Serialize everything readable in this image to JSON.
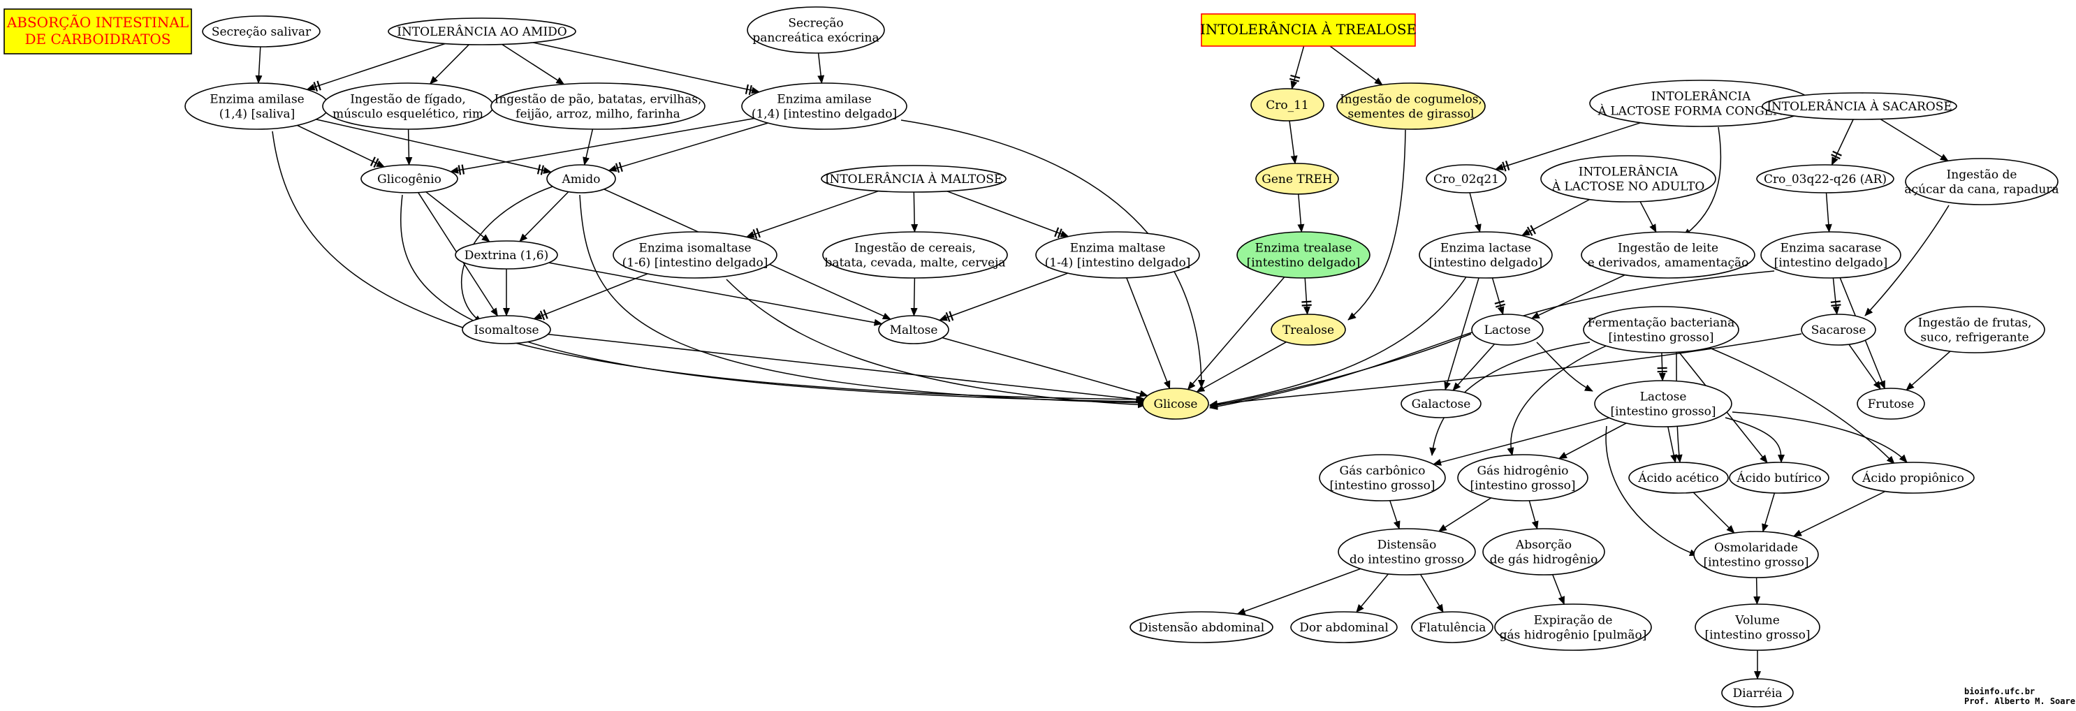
{
  "nodes": [
    {
      "id": "title",
      "shape": "box",
      "lines": [
        "ABSORÇÃO INTESTINAL",
        "DE CARBOIDRATOS"
      ],
      "fill": "#ffff00",
      "text_color": "#ff0000"
    },
    {
      "id": "secrecao_salivar",
      "lines": [
        "Secreção salivar"
      ]
    },
    {
      "id": "intol_amido",
      "lines": [
        "INTOLERÂNCIA AO AMIDO"
      ]
    },
    {
      "id": "secrecao_pancreatica",
      "lines": [
        "Secreção",
        "pancreática exócrina"
      ]
    },
    {
      "id": "amilase_saliva",
      "lines": [
        "Enzima amilase",
        "(1,4) [saliva]"
      ]
    },
    {
      "id": "ingestao_figado",
      "lines": [
        "Ingestão de fígado,",
        "músculo esquelético, rim"
      ]
    },
    {
      "id": "ingestao_pao",
      "lines": [
        "Ingestão de pão, batatas, ervilhas,",
        "feijão, arroz, milho, farinha"
      ]
    },
    {
      "id": "amilase_intestino",
      "lines": [
        "Enzima amilase",
        "(1,4) [intestino delgado]"
      ]
    },
    {
      "id": "glicogenio",
      "lines": [
        "Glicogênio"
      ]
    },
    {
      "id": "amido",
      "lines": [
        "Amido"
      ]
    },
    {
      "id": "intol_maltose",
      "lines": [
        "INTOLERÂNCIA À MALTOSE"
      ]
    },
    {
      "id": "dextrina",
      "lines": [
        "Dextrina (1,6)"
      ]
    },
    {
      "id": "isomaltase",
      "lines": [
        "Enzima isomaltase",
        "(1-6) [intestino delgado]"
      ]
    },
    {
      "id": "ingestao_cereais",
      "lines": [
        "Ingestão de cereais,",
        "batata, cevada, malte, cerveja"
      ]
    },
    {
      "id": "maltase",
      "lines": [
        "Enzima maltase",
        "(1-4) [intestino delgado]"
      ]
    },
    {
      "id": "isomaltose",
      "lines": [
        "Isomaltose"
      ]
    },
    {
      "id": "maltose",
      "lines": [
        "Maltose"
      ]
    },
    {
      "id": "glicose",
      "lines": [
        "Glicose"
      ],
      "fill": "#fff59a"
    },
    {
      "id": "intol_trealose",
      "shape": "box",
      "lines": [
        "INTOLERÂNCIA À TREALOSE"
      ],
      "fill": "#ffff00",
      "stroke": "#ff0000"
    },
    {
      "id": "cro11",
      "lines": [
        "Cro_11"
      ],
      "fill": "#fff59a"
    },
    {
      "id": "ingestao_cogumelos",
      "lines": [
        "Ingestão de cogumelos,",
        "sementes de girassol"
      ],
      "fill": "#fff59a"
    },
    {
      "id": "gene_treh",
      "lines": [
        "Gene TREH"
      ],
      "fill": "#fff59a"
    },
    {
      "id": "trealase",
      "lines": [
        "Enzima trealase",
        "[intestino delgado]"
      ],
      "fill": "#99f59a"
    },
    {
      "id": "trealose",
      "lines": [
        "Trealose"
      ],
      "fill": "#fff59a"
    },
    {
      "id": "intol_lactose_cong",
      "lines": [
        "INTOLERÂNCIA",
        "À LACTOSE FORMA CONGÊNITA"
      ]
    },
    {
      "id": "intol_sacarose",
      "lines": [
        "INTOLERÂNCIA À SACAROSE"
      ]
    },
    {
      "id": "cro02q21",
      "lines": [
        "Cro_02q21"
      ]
    },
    {
      "id": "intol_lactose_adulto",
      "lines": [
        "INTOLERÂNCIA",
        "À LACTOSE NO ADULTO"
      ]
    },
    {
      "id": "cro03q22",
      "lines": [
        "Cro_03q22-q26 (AR)"
      ]
    },
    {
      "id": "ingestao_acucar",
      "lines": [
        "Ingestão de",
        "açúcar da cana, rapadura"
      ]
    },
    {
      "id": "lactase",
      "lines": [
        "Enzima lactase",
        "[intestino delgado]"
      ]
    },
    {
      "id": "ingestao_leite",
      "lines": [
        "Ingestão de leite",
        "e derivados, amamentação"
      ]
    },
    {
      "id": "sacarase",
      "lines": [
        "Enzima sacarase",
        "[intestino delgado]"
      ]
    },
    {
      "id": "lactose",
      "lines": [
        "Lactose"
      ]
    },
    {
      "id": "fermentacao",
      "lines": [
        "Fermentação bacteriana",
        "[intestino grosso]"
      ]
    },
    {
      "id": "sacarose",
      "lines": [
        "Sacarose"
      ]
    },
    {
      "id": "ingestao_frutas",
      "lines": [
        "Ingestão de frutas,",
        "suco, refrigerante"
      ]
    },
    {
      "id": "galactose",
      "lines": [
        "Galactose"
      ]
    },
    {
      "id": "lactose_ig",
      "lines": [
        "Lactose",
        "[intestino grosso]"
      ]
    },
    {
      "id": "frutose",
      "lines": [
        "Frutose"
      ]
    },
    {
      "id": "gas_carbonico",
      "lines": [
        "Gás carbônico",
        "[intestino grosso]"
      ]
    },
    {
      "id": "gas_hidrogenio",
      "lines": [
        "Gás hidrogênio",
        "[intestino grosso]"
      ]
    },
    {
      "id": "acido_acetico",
      "lines": [
        "Ácido acético"
      ]
    },
    {
      "id": "acido_butirico",
      "lines": [
        "Ácido butírico"
      ]
    },
    {
      "id": "acido_propionico",
      "lines": [
        "Ácido propiônico"
      ]
    },
    {
      "id": "distensao_ig",
      "lines": [
        "Distensão",
        "do intestino grosso"
      ]
    },
    {
      "id": "absorcao_h2",
      "lines": [
        "Absorção",
        "de gás hidrogênio"
      ]
    },
    {
      "id": "osmolaridade",
      "lines": [
        "Osmolaridade",
        "[intestino grosso]"
      ]
    },
    {
      "id": "distensao_abdominal",
      "lines": [
        "Distensão abdominal"
      ]
    },
    {
      "id": "dor_abdominal",
      "lines": [
        "Dor abdominal"
      ]
    },
    {
      "id": "flatulencia",
      "lines": [
        "Flatulência"
      ]
    },
    {
      "id": "expiracao_h2",
      "lines": [
        "Expiração de",
        "gás hidrogênio [pulmão]"
      ]
    },
    {
      "id": "volume",
      "lines": [
        "Volume",
        "[intestino grosso]"
      ]
    },
    {
      "id": "diarreia",
      "lines": [
        "Diarréia"
      ]
    }
  ],
  "edges": [
    {
      "from": "secrecao_salivar",
      "to": "amilase_saliva"
    },
    {
      "from": "intol_amido",
      "to": "amilase_saliva",
      "inhibit": true
    },
    {
      "from": "intol_amido",
      "to": "ingestao_figado"
    },
    {
      "from": "intol_amido",
      "to": "ingestao_pao"
    },
    {
      "from": "intol_amido",
      "to": "amilase_intestino",
      "inhibit": true
    },
    {
      "from": "secrecao_pancreatica",
      "to": "amilase_intestino"
    },
    {
      "from": "amilase_saliva",
      "to": "glicogenio",
      "inhibit": true
    },
    {
      "from": "amilase_saliva",
      "to": "amido",
      "inhibit": true
    },
    {
      "from": "amilase_saliva",
      "to": "glicose"
    },
    {
      "from": "ingestao_figado",
      "to": "glicogenio"
    },
    {
      "from": "ingestao_pao",
      "to": "amido"
    },
    {
      "from": "amilase_intestino",
      "to": "glicogenio",
      "inhibit": true
    },
    {
      "from": "amilase_intestino",
      "to": "amido",
      "inhibit": true
    },
    {
      "from": "amilase_intestino",
      "to": "glicose"
    },
    {
      "from": "glicogenio",
      "to": "dextrina"
    },
    {
      "from": "glicogenio",
      "to": "isomaltose"
    },
    {
      "from": "glicogenio",
      "to": "glicose"
    },
    {
      "from": "amido",
      "to": "dextrina"
    },
    {
      "from": "amido",
      "to": "isomaltose"
    },
    {
      "from": "amido",
      "to": "maltose"
    },
    {
      "from": "amido",
      "to": "glicose"
    },
    {
      "from": "dextrina",
      "to": "isomaltose"
    },
    {
      "from": "dextrina",
      "to": "maltose"
    },
    {
      "from": "intol_maltose",
      "to": "isomaltase",
      "inhibit": true
    },
    {
      "from": "intol_maltose",
      "to": "ingestao_cereais"
    },
    {
      "from": "intol_maltose",
      "to": "maltase",
      "inhibit": true
    },
    {
      "from": "isomaltase",
      "to": "isomaltose",
      "inhibit": true
    },
    {
      "from": "isomaltase",
      "to": "glicose"
    },
    {
      "from": "ingestao_cereais",
      "to": "maltose"
    },
    {
      "from": "maltase",
      "to": "maltose",
      "inhibit": true
    },
    {
      "from": "maltase",
      "to": "glicose"
    },
    {
      "from": "isomaltose",
      "to": "glicose"
    },
    {
      "from": "maltose",
      "to": "glicose"
    },
    {
      "from": "intol_trealose",
      "to": "cro11",
      "inhibit": true
    },
    {
      "from": "intol_trealose",
      "to": "ingestao_cogumelos"
    },
    {
      "from": "cro11",
      "to": "gene_treh"
    },
    {
      "from": "gene_treh",
      "to": "trealase"
    },
    {
      "from": "trealase",
      "to": "trealose",
      "inhibit": true
    },
    {
      "from": "trealase",
      "to": "glicose"
    },
    {
      "from": "ingestao_cogumelos",
      "to": "trealose"
    },
    {
      "from": "trealose",
      "to": "glicose"
    },
    {
      "from": "intol_lactose_cong",
      "to": "cro02q21",
      "inhibit": true
    },
    {
      "from": "intol_lactose_cong",
      "to": "ingestao_leite"
    },
    {
      "from": "cro02q21",
      "to": "lactase"
    },
    {
      "from": "intol_lactose_adulto",
      "to": "lactase",
      "inhibit": true
    },
    {
      "from": "intol_lactose_adulto",
      "to": "ingestao_leite"
    },
    {
      "from": "lactase",
      "to": "lactose",
      "inhibit": true
    },
    {
      "from": "lactase",
      "to": "galactose"
    },
    {
      "from": "lactase",
      "to": "glicose"
    },
    {
      "from": "ingestao_leite",
      "to": "lactose"
    },
    {
      "from": "lactose",
      "to": "galactose"
    },
    {
      "from": "lactose",
      "to": "glicose"
    },
    {
      "from": "lactose",
      "to": "lactose_ig"
    },
    {
      "from": "intol_sacarose",
      "to": "cro03q22",
      "inhibit": true
    },
    {
      "from": "intol_sacarose",
      "to": "ingestao_acucar"
    },
    {
      "from": "cro03q22",
      "to": "sacarase"
    },
    {
      "from": "sacarase",
      "to": "sacarose",
      "inhibit": true
    },
    {
      "from": "sacarase",
      "to": "frutose"
    },
    {
      "from": "sacarase",
      "to": "glicose"
    },
    {
      "from": "ingestao_acucar",
      "to": "sacarose"
    },
    {
      "from": "sacarose",
      "to": "frutose"
    },
    {
      "from": "sacarose",
      "to": "glicose"
    },
    {
      "from": "ingestao_frutas",
      "to": "frutose"
    },
    {
      "from": "fermentacao",
      "to": "lactose_ig",
      "inhibit": true
    },
    {
      "from": "fermentacao",
      "to": "gas_carbonico"
    },
    {
      "from": "fermentacao",
      "to": "gas_hidrogenio"
    },
    {
      "from": "fermentacao",
      "to": "acido_acetico"
    },
    {
      "from": "fermentacao",
      "to": "acido_butirico"
    },
    {
      "from": "fermentacao",
      "to": "acido_propionico"
    },
    {
      "from": "lactose_ig",
      "to": "gas_carbonico"
    },
    {
      "from": "lactose_ig",
      "to": "gas_hidrogenio"
    },
    {
      "from": "lactose_ig",
      "to": "acido_acetico"
    },
    {
      "from": "lactose_ig",
      "to": "acido_butirico"
    },
    {
      "from": "lactose_ig",
      "to": "acido_propionico"
    },
    {
      "from": "lactose_ig",
      "to": "osmolaridade"
    },
    {
      "from": "gas_carbonico",
      "to": "distensao_ig"
    },
    {
      "from": "gas_hidrogenio",
      "to": "distensao_ig"
    },
    {
      "from": "gas_hidrogenio",
      "to": "absorcao_h2"
    },
    {
      "from": "acido_acetico",
      "to": "osmolaridade"
    },
    {
      "from": "acido_butirico",
      "to": "osmolaridade"
    },
    {
      "from": "acido_propionico",
      "to": "osmolaridade"
    },
    {
      "from": "distensao_ig",
      "to": "distensao_abdominal"
    },
    {
      "from": "distensao_ig",
      "to": "dor_abdominal"
    },
    {
      "from": "distensao_ig",
      "to": "flatulencia"
    },
    {
      "from": "absorcao_h2",
      "to": "expiracao_h2"
    },
    {
      "from": "osmolaridade",
      "to": "volume"
    },
    {
      "from": "volume",
      "to": "diarreia"
    }
  ],
  "credit": {
    "line1": "bioinfo.ufc.br",
    "line2": "Prof. Alberto M. Soares"
  }
}
